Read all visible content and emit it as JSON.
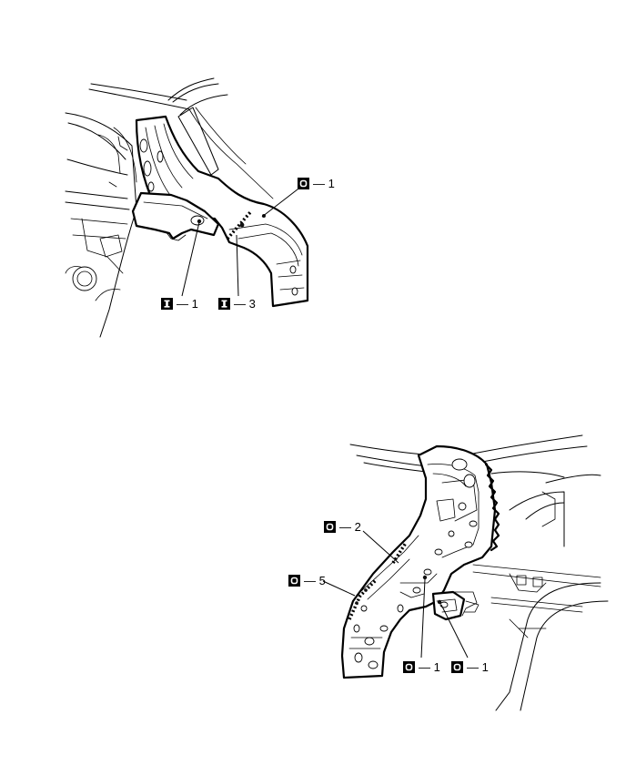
{
  "callouts": [
    {
      "id": "top-o-1",
      "symbol": "O",
      "label": "— 1"
    },
    {
      "id": "top-i-1",
      "symbol": "I",
      "label": "— 1"
    },
    {
      "id": "top-i-3",
      "symbol": "I",
      "label": "— 3"
    },
    {
      "id": "bottom-o-2",
      "symbol": "O",
      "label": "— 2"
    },
    {
      "id": "bottom-o-5",
      "symbol": "O",
      "label": "— 5"
    },
    {
      "id": "bottom-o-1a",
      "symbol": "O",
      "label": "— 1"
    },
    {
      "id": "bottom-o-1b",
      "symbol": "O",
      "label": "— 1"
    }
  ]
}
